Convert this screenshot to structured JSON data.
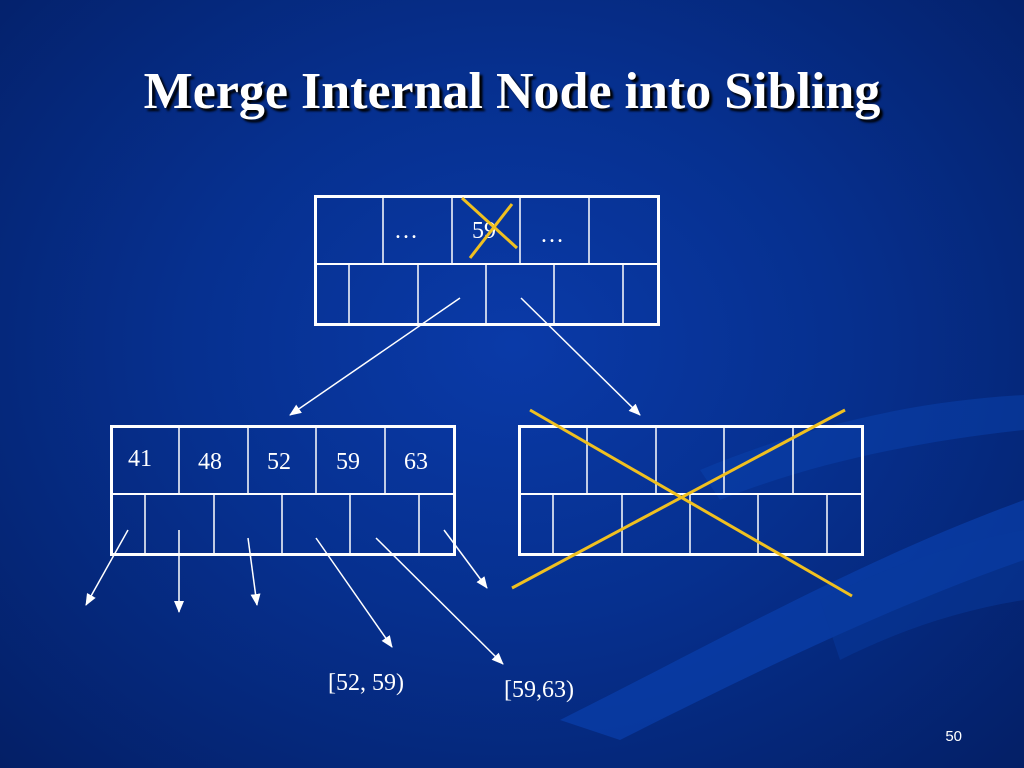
{
  "slide": {
    "title": "Merge Internal Node into Sibling",
    "page_number": "50"
  },
  "diagram": {
    "parent_keys": [
      "…",
      "59",
      "…"
    ],
    "merged_keys": [
      "41",
      "48",
      "52",
      "59",
      "63"
    ],
    "ranges": [
      "[52, 59)",
      "[59,63)"
    ]
  },
  "colors": {
    "background": "#06308f",
    "line": "#ffffff",
    "cross": "#f0c020"
  }
}
